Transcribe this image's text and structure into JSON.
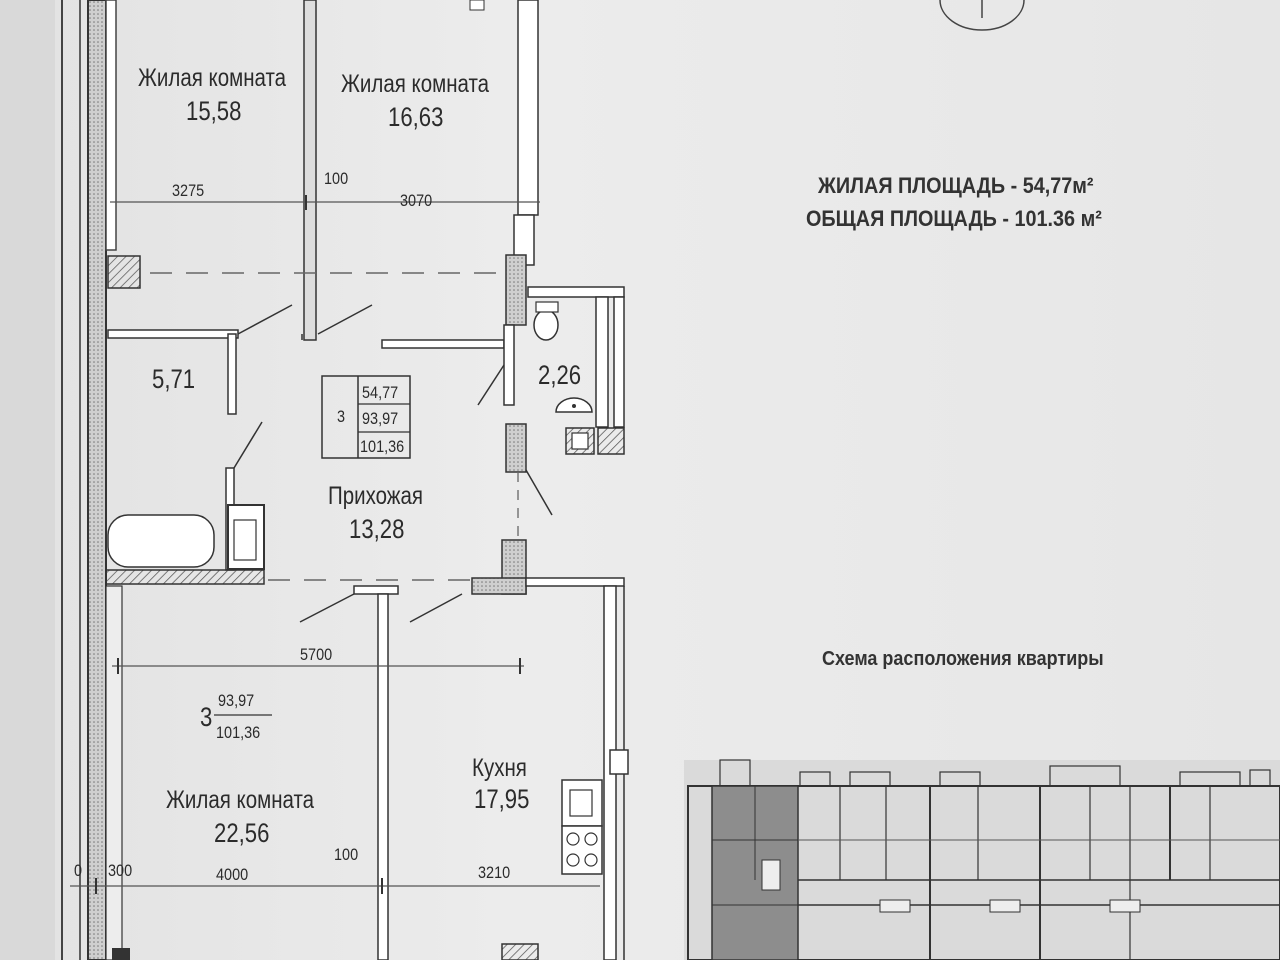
{
  "rooms": {
    "living_top_left": {
      "name": "Жилая комната",
      "area": "15,58"
    },
    "living_top_right": {
      "name": "Жилая комната",
      "area": "16,63"
    },
    "storage": {
      "area": "5,71"
    },
    "wc": {
      "area": "2,26"
    },
    "hall": {
      "name": "Прихожая",
      "area": "13,28"
    },
    "living_bottom": {
      "name": "Жилая комната",
      "area": "22,56"
    },
    "kitchen": {
      "name": "Кухня",
      "area": "17,95"
    }
  },
  "dimensions": {
    "d_3275": "3275",
    "d_100_top": "100",
    "d_3070": "3070",
    "d_5700": "5700",
    "d_300": "300",
    "d_4000": "4000",
    "d_100_bottom": "100",
    "d_3210": "3210",
    "d_0": "0"
  },
  "apartment_table": {
    "rooms_count": "3",
    "living": "54,77",
    "total_wo": "93,97",
    "total": "101,36"
  },
  "apartment_fraction": {
    "rooms_count": "3",
    "top": "93,97",
    "bottom": "101,36"
  },
  "summary": {
    "living_area": "ЖИЛАЯ ПЛОЩАДЬ - 54,77м²",
    "total_area": "ОБЩАЯ ПЛОЩАДЬ - 101.36 м²"
  },
  "scheme_title": "Схема расположения квартиры",
  "colors": {
    "wall": "#3a3a3a",
    "paper": "#e9e9e9",
    "highlight": "#8d8d8d"
  }
}
